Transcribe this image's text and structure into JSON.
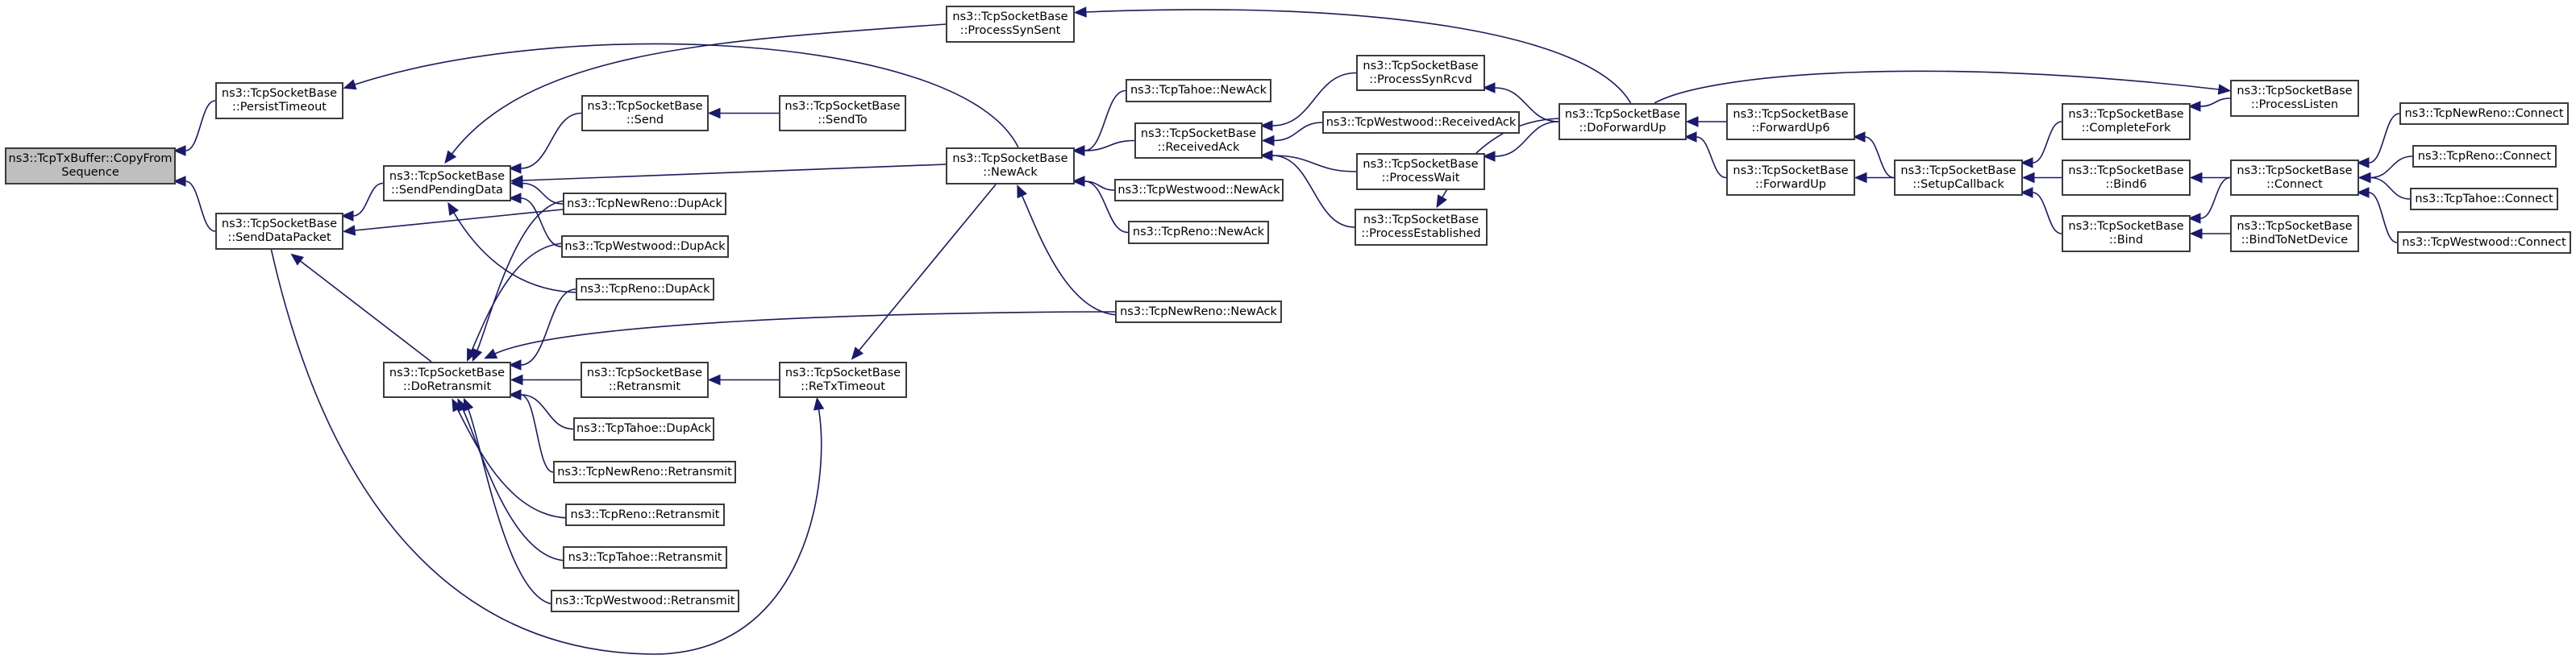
{
  "graph": {
    "title": "Caller graph of ns3::TcpTxBuffer::CopyFromSequence",
    "edge_color": "#191970",
    "focus_fill": "#bfbfbf",
    "nodes": {
      "cfs": {
        "l1": "ns3::TcpTxBuffer::CopyFrom",
        "l2": "Sequence"
      },
      "persistTimeout": {
        "l1": "ns3::TcpSocketBase",
        "l2": "::PersistTimeout"
      },
      "sendDataPacket": {
        "l1": "ns3::TcpSocketBase",
        "l2": "::SendDataPacket"
      },
      "sendPendingData": {
        "l1": "ns3::TcpSocketBase",
        "l2": "::SendPendingData"
      },
      "doRetransmit": {
        "l1": "ns3::TcpSocketBase",
        "l2": "::DoRetransmit"
      },
      "send": {
        "l1": "ns3::TcpSocketBase",
        "l2": "::Send"
      },
      "sendTo": {
        "l1": "ns3::TcpSocketBase",
        "l2": "::SendTo"
      },
      "newRenoDupAck": {
        "l1": "ns3::TcpNewReno::DupAck"
      },
      "westwoodDupAck": {
        "l1": "ns3::TcpWestwood::DupAck"
      },
      "renoDupAck": {
        "l1": "ns3::TcpReno::DupAck"
      },
      "retransmit": {
        "l1": "ns3::TcpSocketBase",
        "l2": "::Retransmit"
      },
      "tahoeDupAck": {
        "l1": "ns3::TcpTahoe::DupAck"
      },
      "newRenoRetransmit": {
        "l1": "ns3::TcpNewReno::Retransmit"
      },
      "renoRetransmit": {
        "l1": "ns3::TcpReno::Retransmit"
      },
      "tahoeRetransmit": {
        "l1": "ns3::TcpTahoe::Retransmit"
      },
      "westwoodRetransmit": {
        "l1": "ns3::TcpWestwood::Retransmit"
      },
      "reTxTimeout": {
        "l1": "ns3::TcpSocketBase",
        "l2": "::ReTxTimeout"
      },
      "processSynSent": {
        "l1": "ns3::TcpSocketBase",
        "l2": "::ProcessSynSent"
      },
      "newAck": {
        "l1": "ns3::TcpSocketBase",
        "l2": "::NewAck"
      },
      "newRenoNewAck": {
        "l1": "ns3::TcpNewReno::NewAck"
      },
      "tahoeNewAck": {
        "l1": "ns3::TcpTahoe::NewAck"
      },
      "receivedAck": {
        "l1": "ns3::TcpSocketBase",
        "l2": "::ReceivedAck"
      },
      "westwoodNewAck": {
        "l1": "ns3::TcpWestwood::NewAck"
      },
      "renoNewAck": {
        "l1": "ns3::TcpReno::NewAck"
      },
      "processSynRcvd": {
        "l1": "ns3::TcpSocketBase",
        "l2": "::ProcessSynRcvd"
      },
      "westwoodReceivedAck": {
        "l1": "ns3::TcpWestwood::ReceivedAck"
      },
      "processWait": {
        "l1": "ns3::TcpSocketBase",
        "l2": "::ProcessWait"
      },
      "processEstablished": {
        "l1": "ns3::TcpSocketBase",
        "l2": "::ProcessEstablished"
      },
      "doForwardUp": {
        "l1": "ns3::TcpSocketBase",
        "l2": "::DoForwardUp"
      },
      "forwardUp6": {
        "l1": "ns3::TcpSocketBase",
        "l2": "::ForwardUp6"
      },
      "forwardUp": {
        "l1": "ns3::TcpSocketBase",
        "l2": "::ForwardUp"
      },
      "setupCallback": {
        "l1": "ns3::TcpSocketBase",
        "l2": "::SetupCallback"
      },
      "completeFork": {
        "l1": "ns3::TcpSocketBase",
        "l2": "::CompleteFork"
      },
      "processListen": {
        "l1": "ns3::TcpSocketBase",
        "l2": "::ProcessListen"
      },
      "bind6": {
        "l1": "ns3::TcpSocketBase",
        "l2": "::Bind6"
      },
      "bind": {
        "l1": "ns3::TcpSocketBase",
        "l2": "::Bind"
      },
      "connect": {
        "l1": "ns3::TcpSocketBase",
        "l2": "::Connect"
      },
      "bindToNetDevice": {
        "l1": "ns3::TcpSocketBase",
        "l2": "::BindToNetDevice"
      },
      "newRenoConnect": {
        "l1": "ns3::TcpNewReno::Connect"
      },
      "renoConnect": {
        "l1": "ns3::TcpReno::Connect"
      },
      "tahoeConnect": {
        "l1": "ns3::TcpTahoe::Connect"
      },
      "westwoodConnect": {
        "l1": "ns3::TcpWestwood::Connect"
      }
    },
    "edges": [
      {
        "from": "persistTimeout",
        "to": "cfs"
      },
      {
        "from": "sendDataPacket",
        "to": "cfs"
      },
      {
        "from": "newAck",
        "to": "persistTimeout"
      },
      {
        "from": "sendPendingData",
        "to": "sendDataPacket"
      },
      {
        "from": "newRenoDupAck",
        "to": "sendDataPacket"
      },
      {
        "from": "doRetransmit",
        "to": "sendDataPacket"
      },
      {
        "from": "sendDataPacket",
        "to": "reTxTimeout"
      },
      {
        "from": "processSynSent",
        "to": "sendPendingData"
      },
      {
        "from": "send",
        "to": "sendPendingData"
      },
      {
        "from": "newAck",
        "to": "sendPendingData"
      },
      {
        "from": "newRenoDupAck",
        "to": "sendPendingData"
      },
      {
        "from": "westwoodDupAck",
        "to": "sendPendingData"
      },
      {
        "from": "renoDupAck",
        "to": "sendPendingData"
      },
      {
        "from": "sendTo",
        "to": "send"
      },
      {
        "from": "newRenoDupAck",
        "to": "doRetransmit"
      },
      {
        "from": "westwoodDupAck",
        "to": "doRetransmit"
      },
      {
        "from": "renoDupAck",
        "to": "doRetransmit"
      },
      {
        "from": "newRenoNewAck",
        "to": "doRetransmit"
      },
      {
        "from": "retransmit",
        "to": "doRetransmit"
      },
      {
        "from": "tahoeDupAck",
        "to": "doRetransmit"
      },
      {
        "from": "newRenoRetransmit",
        "to": "doRetransmit"
      },
      {
        "from": "renoRetransmit",
        "to": "doRetransmit"
      },
      {
        "from": "tahoeRetransmit",
        "to": "doRetransmit"
      },
      {
        "from": "westwoodRetransmit",
        "to": "doRetransmit"
      },
      {
        "from": "reTxTimeout",
        "to": "retransmit"
      },
      {
        "from": "newAck",
        "to": "reTxTimeout"
      },
      {
        "from": "doForwardUp",
        "to": "processSynSent"
      },
      {
        "from": "tahoeNewAck",
        "to": "newAck"
      },
      {
        "from": "receivedAck",
        "to": "newAck"
      },
      {
        "from": "westwoodNewAck",
        "to": "newAck"
      },
      {
        "from": "renoNewAck",
        "to": "newAck"
      },
      {
        "from": "newRenoNewAck",
        "to": "newAck"
      },
      {
        "from": "processSynRcvd",
        "to": "receivedAck"
      },
      {
        "from": "westwoodReceivedAck",
        "to": "receivedAck"
      },
      {
        "from": "processWait",
        "to": "receivedAck"
      },
      {
        "from": "processEstablished",
        "to": "receivedAck"
      },
      {
        "from": "doForwardUp",
        "to": "processSynRcvd"
      },
      {
        "from": "doForwardUp",
        "to": "processWait"
      },
      {
        "from": "doForwardUp",
        "to": "processEstablished"
      },
      {
        "from": "doForwardUp",
        "to": "processListen"
      },
      {
        "from": "forwardUp6",
        "to": "doForwardUp"
      },
      {
        "from": "forwardUp",
        "to": "doForwardUp"
      },
      {
        "from": "setupCallback",
        "to": "forwardUp6"
      },
      {
        "from": "setupCallback",
        "to": "forwardUp"
      },
      {
        "from": "completeFork",
        "to": "setupCallback"
      },
      {
        "from": "bind6",
        "to": "setupCallback"
      },
      {
        "from": "bind",
        "to": "setupCallback"
      },
      {
        "from": "processListen",
        "to": "completeFork"
      },
      {
        "from": "connect",
        "to": "bind6"
      },
      {
        "from": "connect",
        "to": "bind"
      },
      {
        "from": "bindToNetDevice",
        "to": "bind"
      },
      {
        "from": "newRenoConnect",
        "to": "connect"
      },
      {
        "from": "renoConnect",
        "to": "connect"
      },
      {
        "from": "tahoeConnect",
        "to": "connect"
      },
      {
        "from": "westwoodConnect",
        "to": "connect"
      }
    ]
  }
}
